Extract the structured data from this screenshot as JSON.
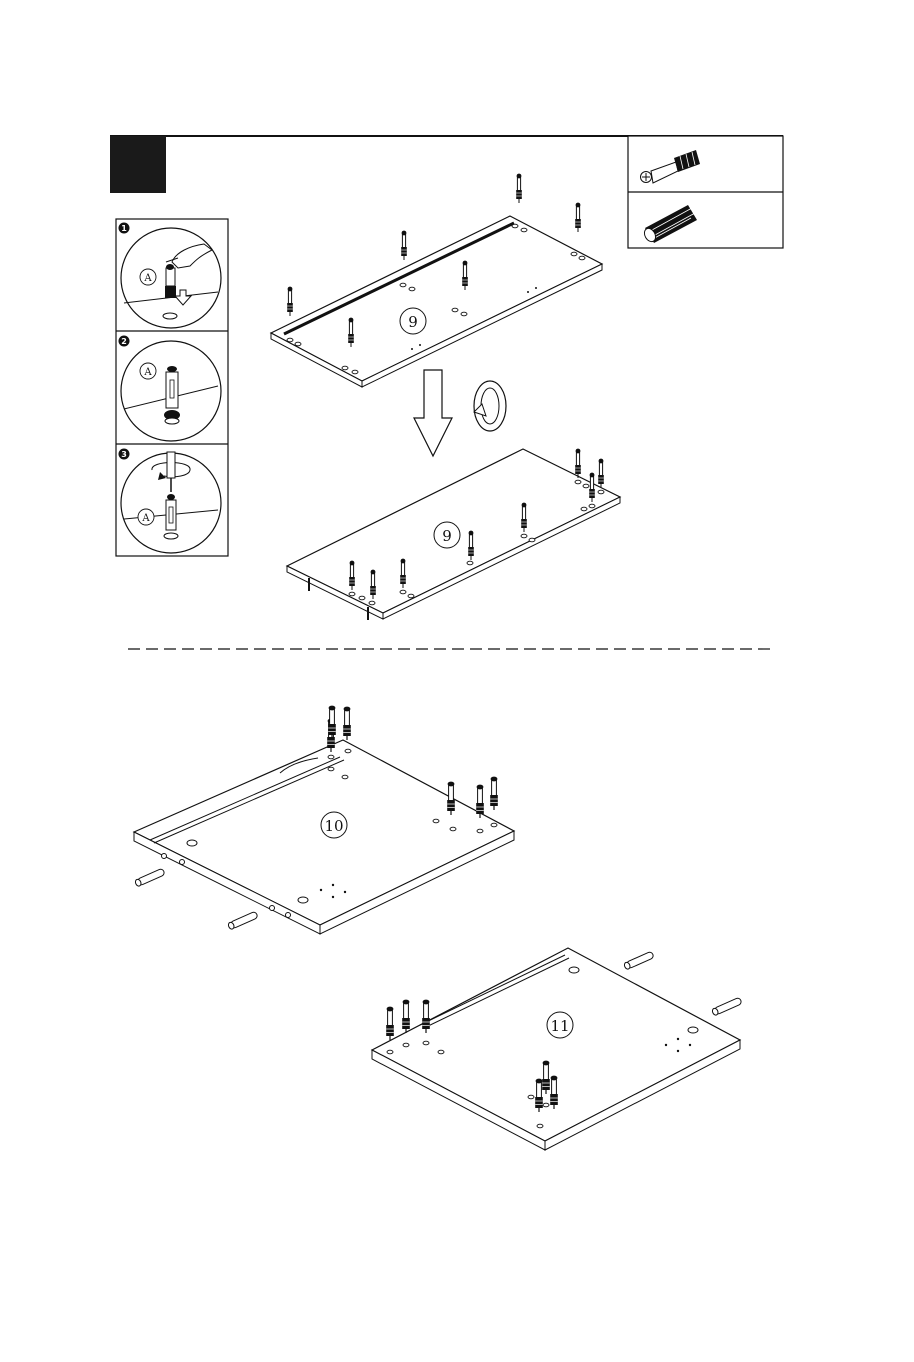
{
  "step": {
    "number": ""
  },
  "hardware": [
    {
      "name": "cam-bolt-icon"
    },
    {
      "name": "wooden-dowel-icon"
    }
  ],
  "sub_steps": [
    {
      "number": "1",
      "part_letter": "A"
    },
    {
      "number": "2",
      "part_letter": "A"
    },
    {
      "number": "3",
      "part_letter": "A"
    }
  ],
  "panels": [
    {
      "label": "9"
    },
    {
      "label": "9"
    },
    {
      "label": "10"
    },
    {
      "label": "11"
    }
  ],
  "colors": {
    "ink": "#111111",
    "paper": "#ffffff"
  }
}
